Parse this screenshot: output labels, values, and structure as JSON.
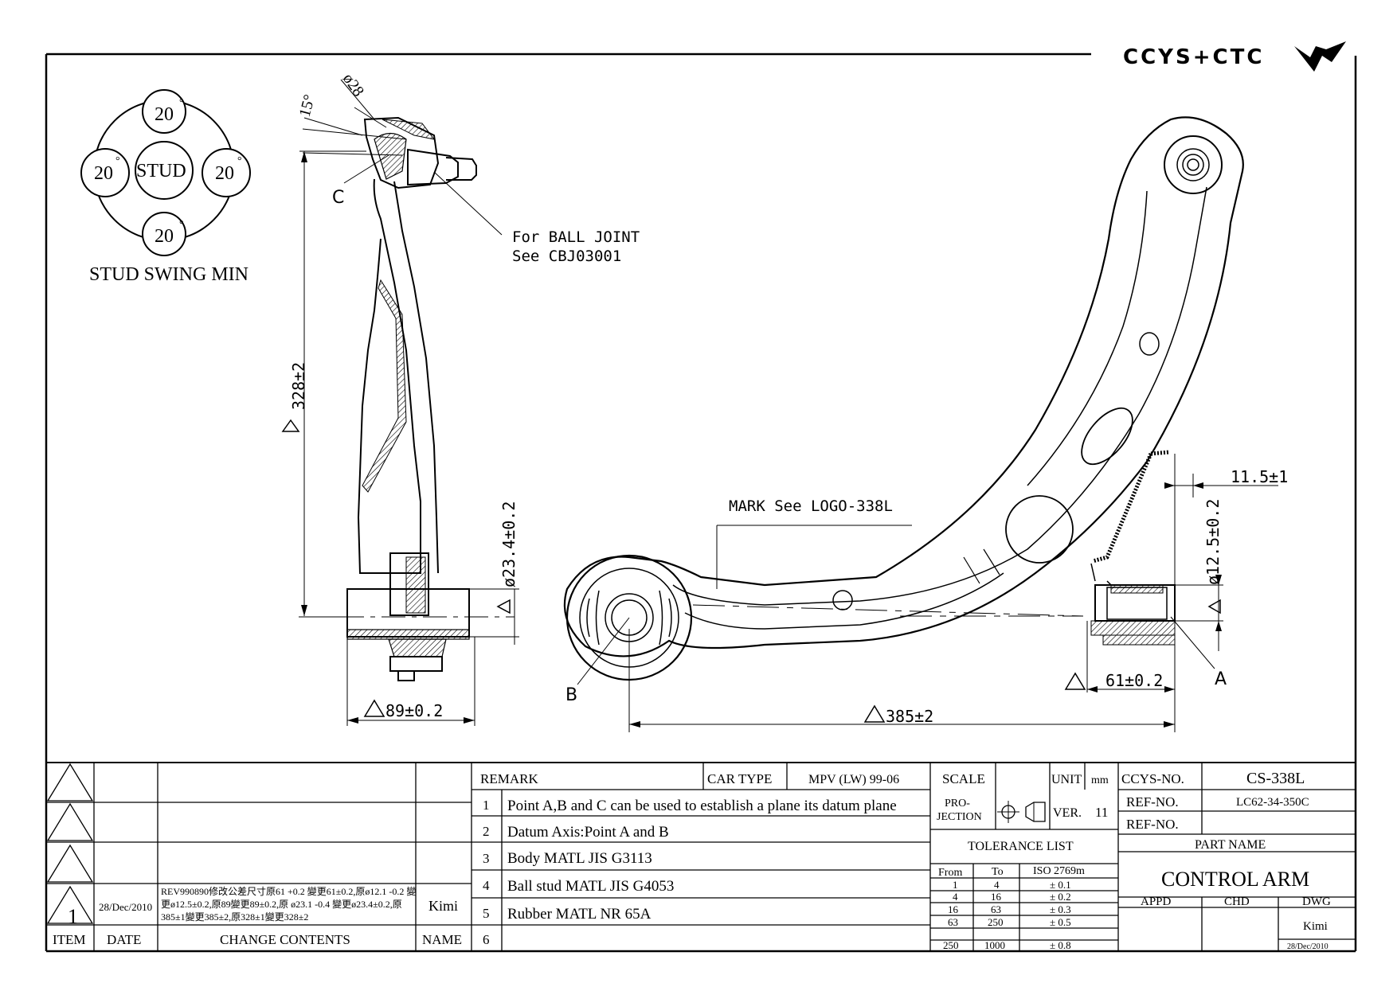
{
  "logo": {
    "brand": "CCYS+CTC"
  },
  "stud": {
    "center": "STUD",
    "top": "20",
    "left": "20",
    "right": "20",
    "bottom": "20",
    "deg": "°",
    "caption": "STUD SWING MIN"
  },
  "side_view": {
    "angle": "15°",
    "diameter": "ø28",
    "point_c": "C",
    "height_dim": "328±2",
    "dia_dim": "ø23.4±0.2",
    "width_dim": "89±0.2"
  },
  "notes": {
    "ball_joint_1": "For BALL JOINT",
    "ball_joint_2": "See CBJ03001",
    "mark": "MARK See LOGO-338L"
  },
  "plan_view": {
    "point_b": "B",
    "point_a": "A",
    "length_dim": "385±2",
    "offset_dim": "11.5±1",
    "dia_dim": "ø12.5±0.2",
    "width_dim": "61±0.2"
  },
  "revisions": {
    "rows": [
      {
        "item": "",
        "date": "",
        "contents": "",
        "name": ""
      },
      {
        "item": "",
        "date": "",
        "contents": "",
        "name": ""
      },
      {
        "item": "",
        "date": "",
        "contents": "",
        "name": ""
      },
      {
        "item": "1",
        "date": "28/Dec/2010",
        "line1": "REV990890修改公差尺寸原61 +0.2 變更61±0.2,原ø12.1 -0.2 變",
        "line2": "更ø12.5±0.2,原89變更89±0.2,原 ø23.1 -0.4 變更ø23.4±0.2,原",
        "line3": "385±1變更385±2,原328±1變更328±2",
        "name": "Kimi"
      }
    ],
    "header": {
      "item": "ITEM",
      "date": "DATE",
      "contents": "CHANGE CONTENTS",
      "name": "NAME"
    }
  },
  "remarks": {
    "label": "REMARK",
    "car_type_label": "CAR TYPE",
    "car_type": "MPV (LW) 99-06",
    "items": [
      {
        "n": "1",
        "text": "Point A,B and C can be used to establish a plane its datum plane"
      },
      {
        "n": "2",
        "text": "Datum Axis:Point A and B"
      },
      {
        "n": "3",
        "text": "Body MATL JIS G3113"
      },
      {
        "n": "4",
        "text": "Ball stud MATL JIS G4053"
      },
      {
        "n": "5",
        "text": "Rubber MATL NR 65A"
      },
      {
        "n": "6",
        "text": ""
      }
    ]
  },
  "spec": {
    "scale_label": "SCALE",
    "scale": "",
    "unit_label": "UNIT",
    "unit": "mm",
    "projection_label_1": "PRO-",
    "projection_label_2": "JECTION",
    "ver_label": "VER.",
    "ver": "11",
    "tolerance_title": "TOLERANCE LIST",
    "tol_header": {
      "from": "From",
      "to": "To",
      "iso": "ISO 2769m"
    },
    "tolerances": [
      {
        "from": "1",
        "to": "4",
        "tol": "± 0.1"
      },
      {
        "from": "4",
        "to": "16",
        "tol": "± 0.2"
      },
      {
        "from": "16",
        "to": "63",
        "tol": "± 0.3"
      },
      {
        "from": "63",
        "to": "250",
        "tol": "± 0.5"
      },
      {
        "from": "250",
        "to": "1000",
        "tol": "± 0.8"
      }
    ]
  },
  "title_block": {
    "ccys_label": "CCYS-NO.",
    "ccys_no": "CS-338L",
    "ref_label_1": "REF-NO.",
    "ref_no_1": "LC62-34-350C",
    "ref_label_2": "REF-NO.",
    "ref_no_2": "",
    "part_name_label": "PART NAME",
    "part_name": "CONTROL ARM",
    "appd": "APPD",
    "chd": "CHD",
    "dwg": "DWG",
    "drawn_by": "Kimi",
    "drawn_date": "28/Dec/2010"
  }
}
